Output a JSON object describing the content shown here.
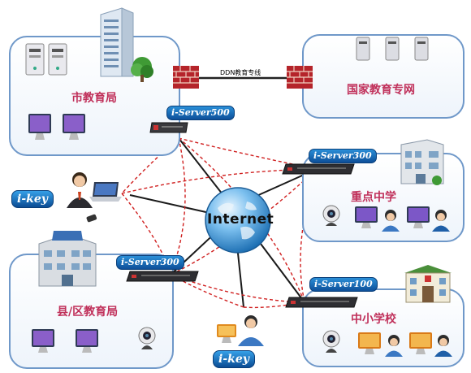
{
  "diagram": {
    "nodes": {
      "city_bureau": "市教育局",
      "national_net": "国家教育专网",
      "key_school": "重点中学",
      "county_bureau": "县/区教育局",
      "primary_school": "中小学校",
      "internet": "Internet"
    },
    "servers": {
      "city": "i-Server500",
      "key_school": "i-Server300",
      "county": "i-Server300",
      "primary_school": "i-Server100"
    },
    "link_label": "DDN教育专线",
    "ikey_left": "i-key",
    "ikey_bottom": "i-key"
  },
  "colors": {
    "panel_border": "#6f98c9",
    "label_text": "#c0305a",
    "badge_blue": "#0d4f99",
    "firewall_red": "#b5242a",
    "link_dashed_red": "#d02020"
  },
  "icons": [
    "building-icon",
    "server-tower-icon",
    "firewall-icon",
    "monitor-icon",
    "webcam-icon",
    "user-icon",
    "laptop-icon",
    "globe-icon",
    "rack-server-icon",
    "usb-key-icon"
  ]
}
